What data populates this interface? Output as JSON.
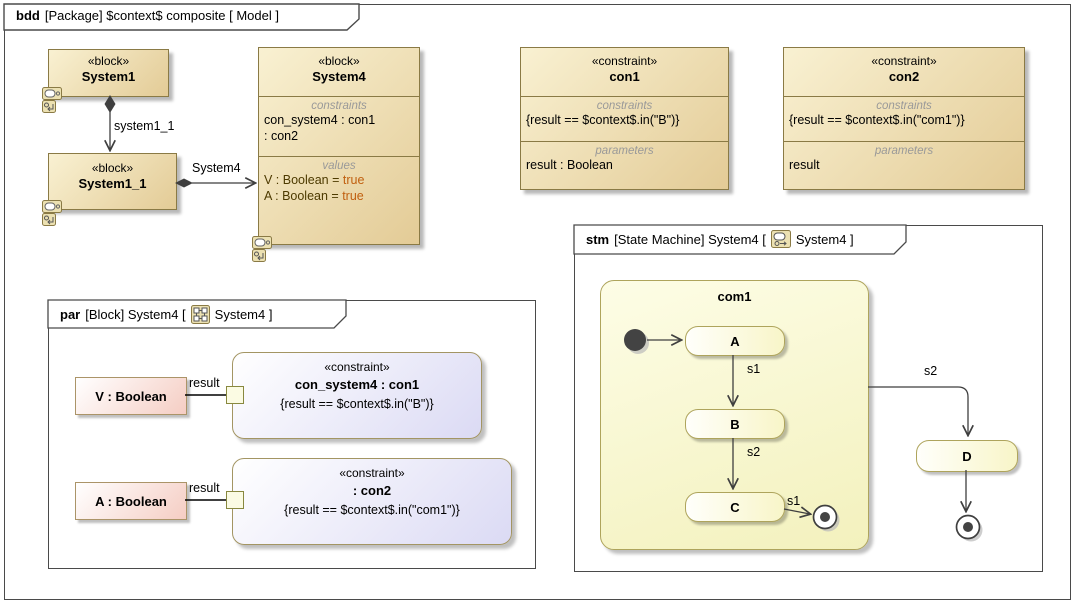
{
  "frame": {
    "title_bold": "bdd",
    "title_rest": "[Package] $context$ composite [ Model ]"
  },
  "blocks": {
    "system1": {
      "stereotype": "«block»",
      "name": "System1"
    },
    "system1_1": {
      "stereotype": "«block»",
      "name": "System1_1"
    },
    "system4": {
      "stereotype": "«block»",
      "name": "System4",
      "constraints_title": "constraints",
      "constraints": [
        "con_system4 : con1",
        ": con2"
      ],
      "values_title": "values",
      "values": [
        {
          "label": "V : Boolean = ",
          "value": "true"
        },
        {
          "label": "A : Boolean = ",
          "value": "true"
        }
      ]
    },
    "con1": {
      "stereotype": "«constraint»",
      "name": "con1",
      "constraints_title": "constraints",
      "expression": "{result == $context$.in(\"B\")}",
      "parameters_title": "parameters",
      "parameter": "result : Boolean"
    },
    "con2": {
      "stereotype": "«constraint»",
      "name": "con2",
      "constraints_title": "constraints",
      "expression": "{result == $context$.in(\"com1\")}",
      "parameters_title": "parameters",
      "parameter": "result"
    }
  },
  "connectors": {
    "system1_system1_1_label": "system1_1",
    "system1_1_system4_label": "System4"
  },
  "par_frame": {
    "title_bold": "par",
    "title_mid": "[Block] System4 [",
    "title_end": "System4 ]",
    "v_property": "V : Boolean",
    "a_property": "A : Boolean",
    "result_label_1": "result",
    "result_label_2": "result",
    "constraint1": {
      "stereotype": "«constraint»",
      "name": "con_system4 : con1",
      "expression": "{result == $context$.in(\"B\")}"
    },
    "constraint2": {
      "stereotype": "«constraint»",
      "name": ": con2",
      "expression": "{result == $context$.in(\"com1\")}"
    }
  },
  "stm_frame": {
    "title_bold": "stm",
    "title_mid": "[State Machine] System4 [",
    "title_end": "System4 ]",
    "composite_state": "com1",
    "state_a": "A",
    "state_b": "B",
    "state_c": "C",
    "state_d": "D",
    "t_s1_ab": "s1",
    "t_s2_bc": "s2",
    "t_s1_c_final": "s1",
    "t_s2_com1_d": "s2"
  },
  "colors": {
    "block_border": "#8a7a45",
    "block_fill_light": "#f9f1d2",
    "block_fill_dark": "#e3cb96",
    "frame_border": "#4a4a4a",
    "state_border": "#aea45c",
    "constraint_fill": "#dbdaf4",
    "property_fill_pink": "#f5cdc3",
    "value_text": "#4d3a00",
    "value_literal": "#c06010",
    "compartment_title": "#999999",
    "connector": "#3f3f3f"
  }
}
